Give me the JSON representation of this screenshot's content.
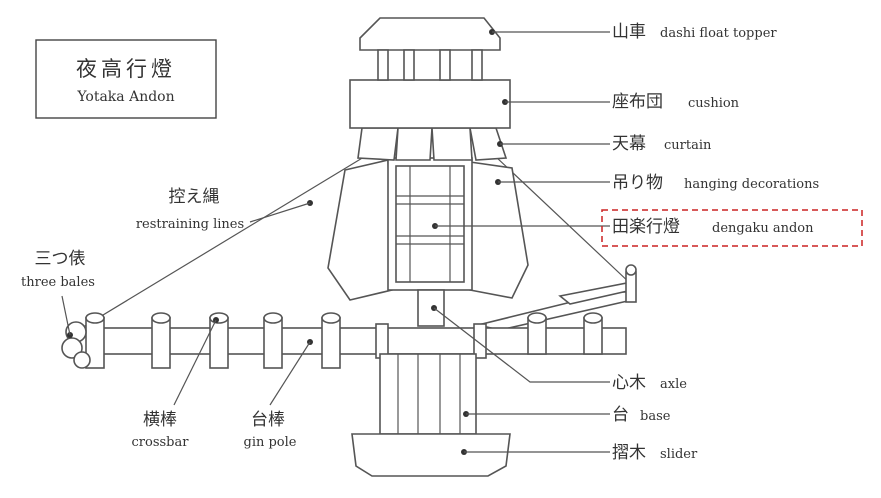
{
  "title": {
    "jp": "夜高行燈",
    "en": "Yotaka Andon"
  },
  "labels": {
    "dashi": {
      "jp": "山車",
      "en": "dashi float topper"
    },
    "cushion": {
      "jp": "座布団",
      "en": "cushion"
    },
    "curtain": {
      "jp": "天幕",
      "en": "curtain"
    },
    "hanging": {
      "jp": "吊り物",
      "en": "hanging decorations"
    },
    "dengaku": {
      "jp": "田楽行燈",
      "en": "dengaku andon"
    },
    "restraining": {
      "jp": "控え縄",
      "en": "restraining lines"
    },
    "bales": {
      "jp": "三つ俵",
      "en": "three bales"
    },
    "axle": {
      "jp": "心木",
      "en": "axle"
    },
    "base": {
      "jp": "台",
      "en": "base"
    },
    "slider": {
      "jp": "摺木",
      "en": "slider"
    },
    "crossbar": {
      "jp": "横棒",
      "en": "crossbar"
    },
    "ginpole": {
      "jp": "台棒",
      "en": "gin pole"
    }
  },
  "highlight": {
    "target": "dengaku",
    "color": "#cc2222"
  }
}
